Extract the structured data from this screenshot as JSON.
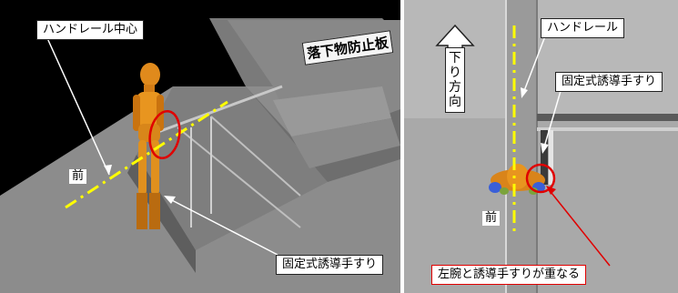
{
  "left_panel": {
    "handrail_center_label": "ハンドレール中心",
    "fall_guard_label": "落下物防止板",
    "front_label": "前",
    "fixed_guide_handrail_label": "固定式誘導手すり"
  },
  "right_panel": {
    "handrail_label": "ハンドレール",
    "direction_label": "下り方向",
    "fixed_guide_handrail_label": "固定式誘導手すり",
    "front_label": "前",
    "overlap_label": "左腕と誘導手すりが重なる"
  },
  "colors": {
    "guide_line": "#ffff00",
    "highlight_circle": "#e00000",
    "mannequin": "#e08a1c",
    "background_dark": "#000000",
    "floor": "#8c8c8c"
  }
}
